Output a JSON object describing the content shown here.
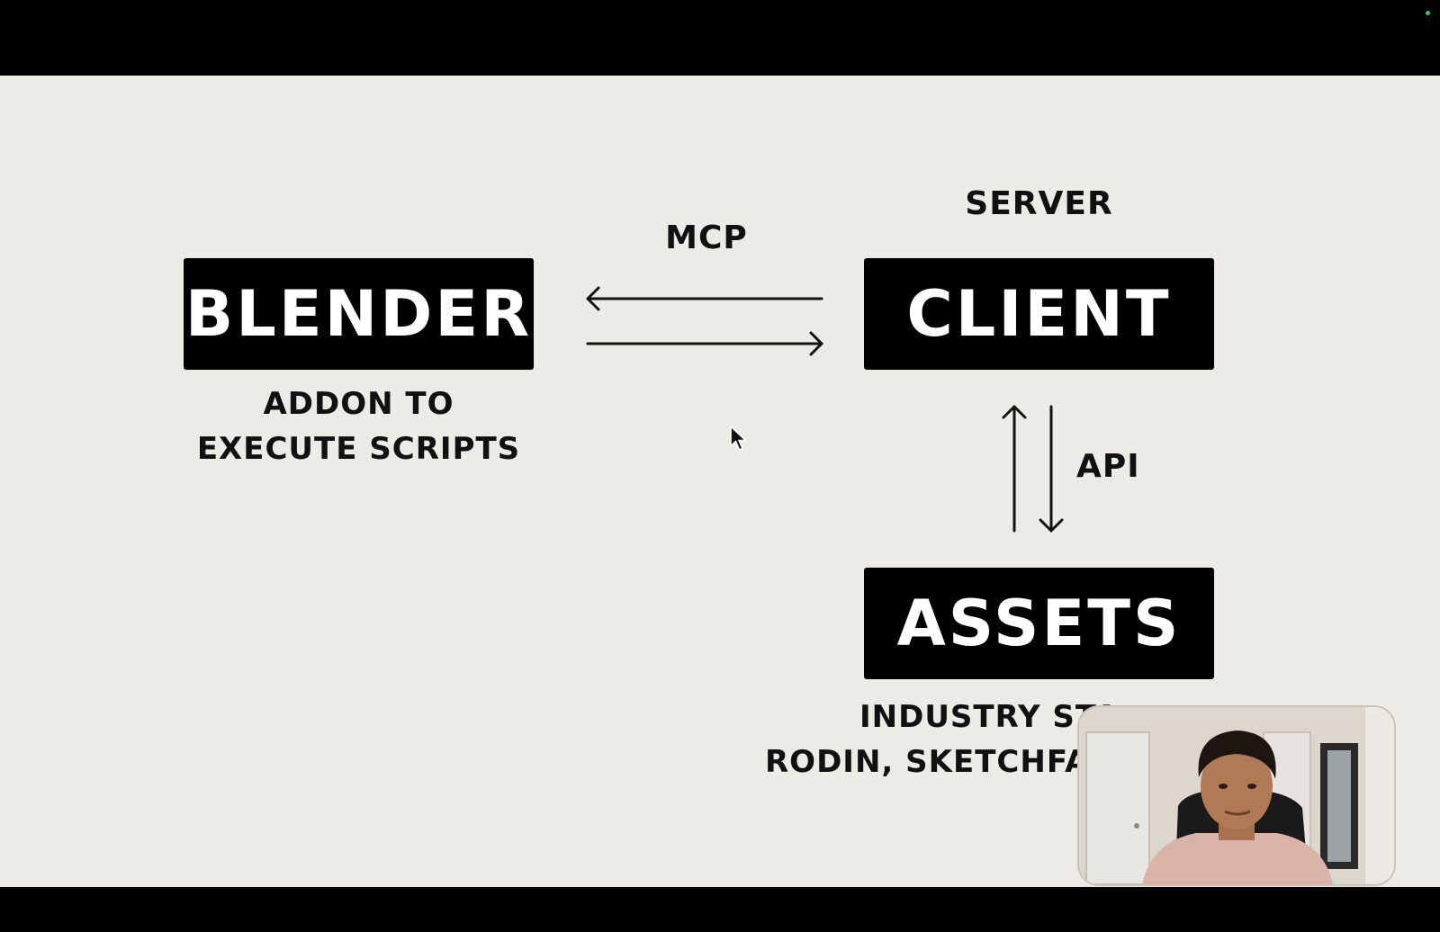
{
  "diagram": {
    "nodes": {
      "blender": {
        "label": "BLENDER",
        "caption_line1": "ADDON TO",
        "caption_line2": "EXECUTE SCRIPTS"
      },
      "client": {
        "label": "CLIENT",
        "top_label": "SERVER"
      },
      "assets": {
        "label": "ASSETS",
        "caption_line1": "INDUSTRY STA",
        "caption_line2": "RODIN, SKETCHFAB"
      }
    },
    "edges": {
      "mcp": {
        "label": "MCP"
      },
      "api": {
        "label": "API"
      }
    }
  },
  "colors": {
    "slide_background": "#edebe6",
    "box_fill": "#000000",
    "box_text": "#ffffff",
    "recording_indicator": "#2fd05a"
  },
  "icons": [
    "cursor-arrow-icon",
    "recording-indicator-icon"
  ]
}
